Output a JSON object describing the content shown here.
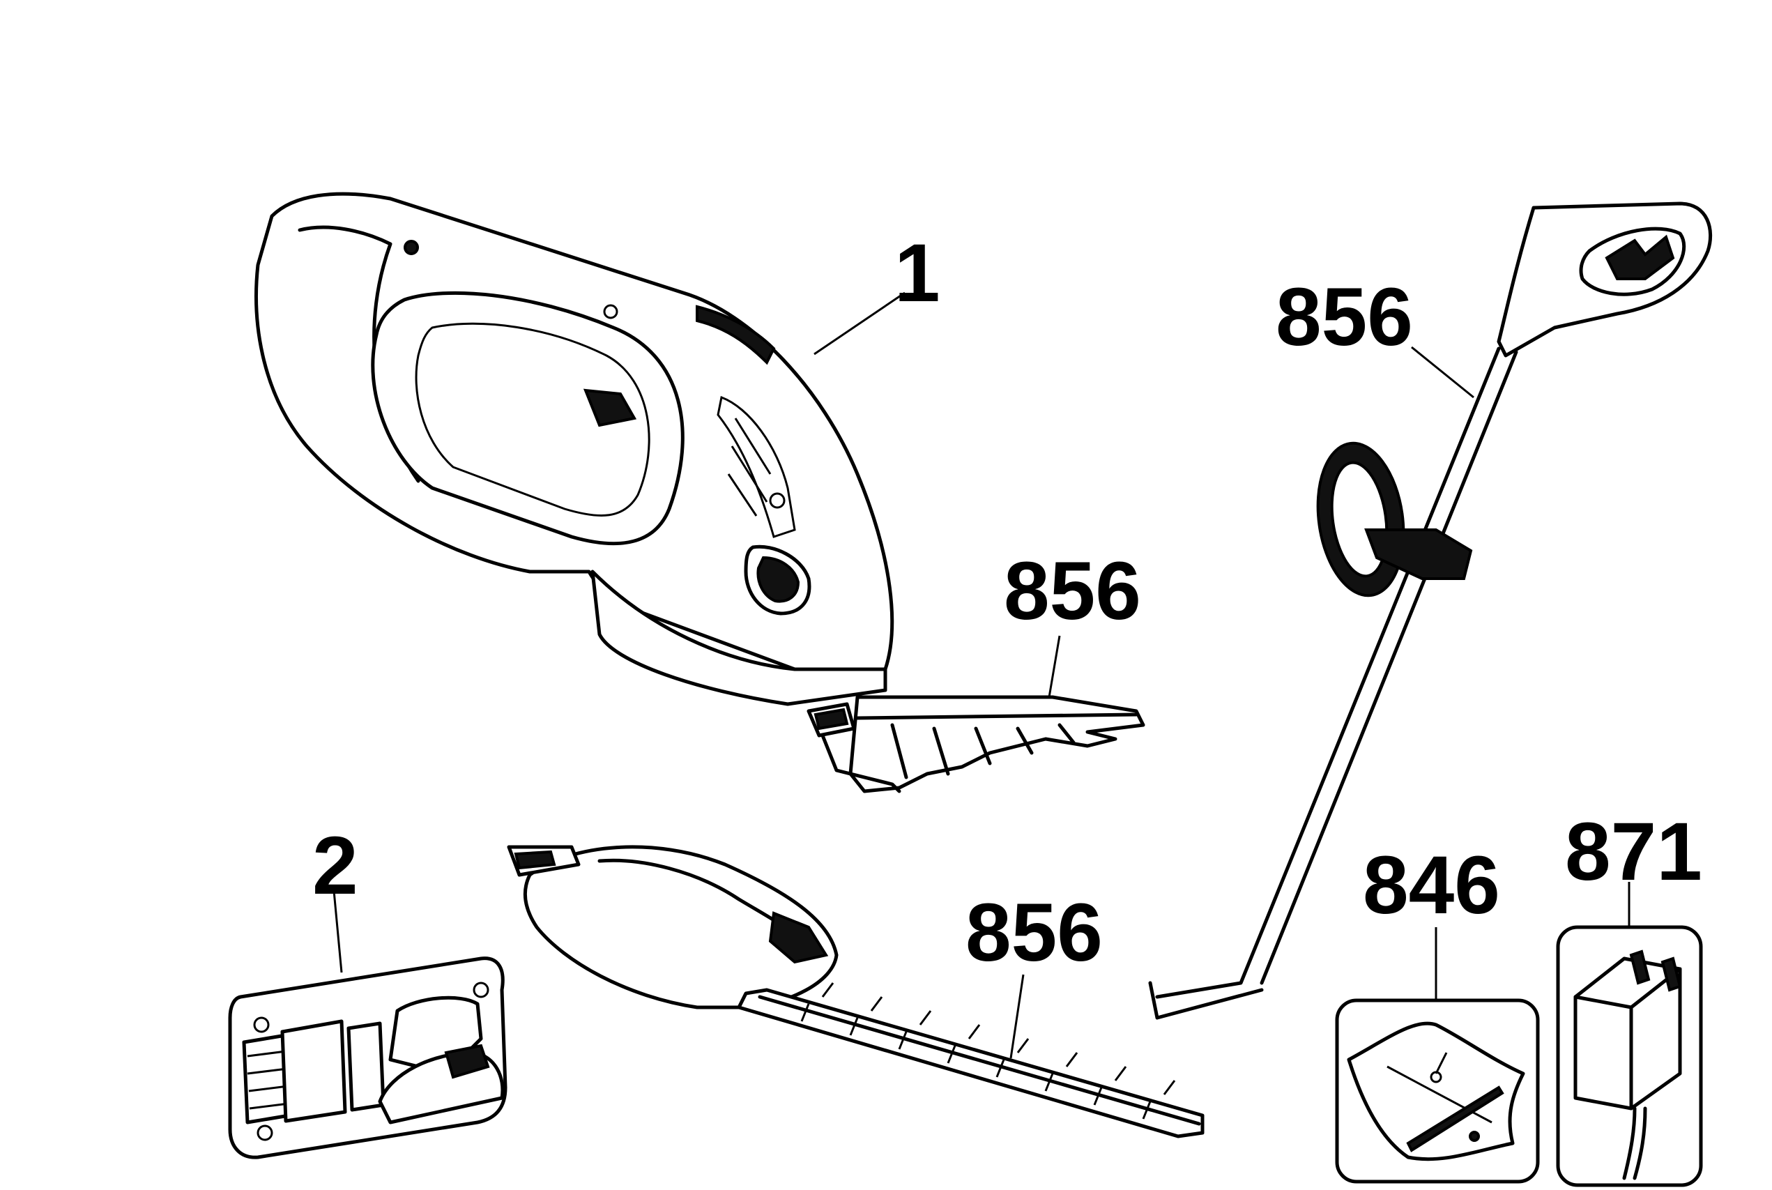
{
  "parts": {
    "housing": {
      "callout": "1"
    },
    "shear_blade": {
      "callout": "856"
    },
    "extension_pole": {
      "callout": "856"
    },
    "battery_pack": {
      "callout": "2"
    },
    "hedge_blade": {
      "callout": "856"
    },
    "hardware_bag": {
      "callout": "846"
    },
    "charger": {
      "callout": "871"
    }
  }
}
